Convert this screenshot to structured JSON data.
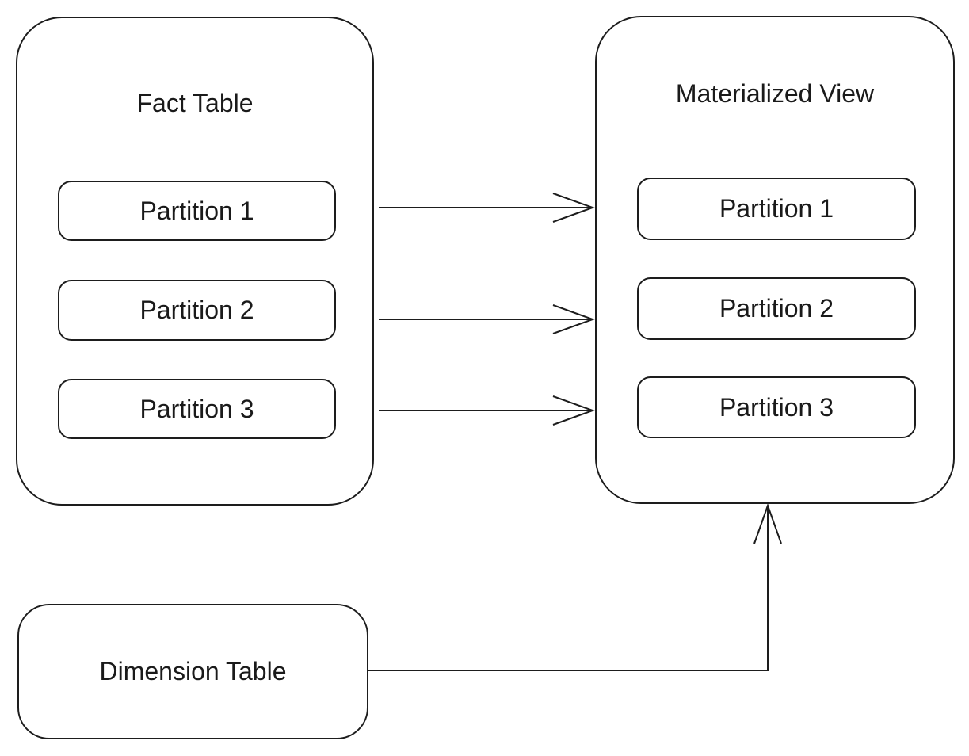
{
  "diagram": {
    "colors": {
      "background": "#ffffff",
      "stroke": "#1d1d1d",
      "text": "#1a1a1a"
    },
    "fact_table": {
      "title": "Fact Table",
      "partitions": [
        "Partition 1",
        "Partition 2",
        "Partition 3"
      ]
    },
    "materialized_view": {
      "title": "Materialized View",
      "partitions": [
        "Partition 1",
        "Partition 2",
        "Partition 3"
      ]
    },
    "dimension_table": {
      "title": "Dimension Table"
    },
    "edges": [
      {
        "from": "Fact Table / Partition 1",
        "to": "Materialized View / Partition 1"
      },
      {
        "from": "Fact Table / Partition 2",
        "to": "Materialized View / Partition 2"
      },
      {
        "from": "Fact Table / Partition 3",
        "to": "Materialized View / Partition 3"
      },
      {
        "from": "Dimension Table",
        "to": "Materialized View"
      }
    ]
  }
}
